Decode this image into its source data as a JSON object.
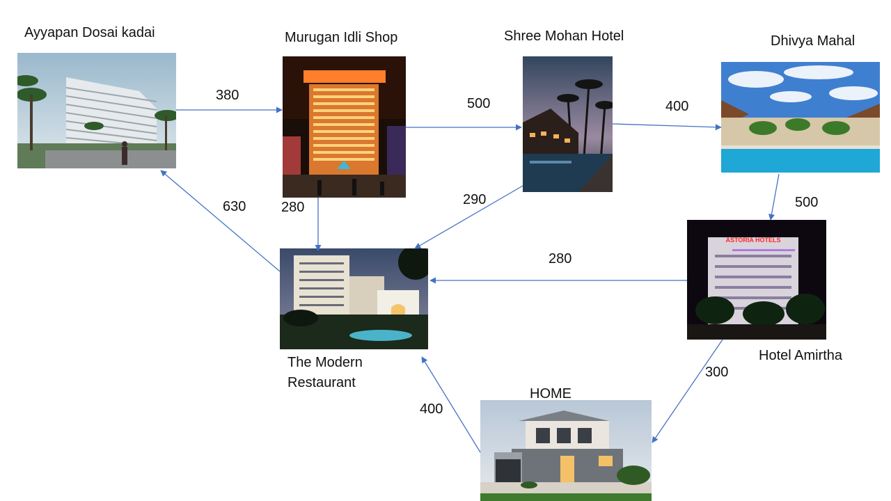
{
  "nodes": {
    "ayyapan": {
      "label": "Ayyapan Dosai kadai"
    },
    "murugan": {
      "label": "Murugan Idli Shop"
    },
    "shree": {
      "label": "Shree Mohan Hotel"
    },
    "dhivya": {
      "label": "Dhivya Mahal"
    },
    "modern": {
      "label_line1": "The Modern",
      "label_line2": "Restaurant"
    },
    "amirtha": {
      "label": "Hotel Amirtha",
      "sign": "ASTORIA HOTELS"
    },
    "home": {
      "label": "HOME"
    }
  },
  "edges": [
    {
      "from": "Ayyapan Dosai kadai",
      "to": "Murugan Idli Shop",
      "weight": "380"
    },
    {
      "from": "Murugan Idli Shop",
      "to": "Shree Mohan Hotel",
      "weight": "500"
    },
    {
      "from": "Shree Mohan Hotel",
      "to": "Dhivya Mahal",
      "weight": "400"
    },
    {
      "from": "Dhivya Mahal",
      "to": "Hotel Amirtha",
      "weight": "500"
    },
    {
      "from": "Hotel Amirtha",
      "to": "The Modern Restaurant",
      "weight": "280"
    },
    {
      "from": "Hotel Amirtha",
      "to": "HOME",
      "weight": "300"
    },
    {
      "from": "HOME",
      "to": "The Modern Restaurant",
      "weight": "400"
    },
    {
      "from": "Murugan Idli Shop",
      "to": "The Modern Restaurant",
      "weight": "280"
    },
    {
      "from": "Shree Mohan Hotel",
      "to": "The Modern Restaurant",
      "weight": "290"
    },
    {
      "from": "The Modern Restaurant",
      "to": "Ayyapan Dosai kadai",
      "weight": "630"
    }
  ],
  "colors": {
    "edge": "#4472c4",
    "text": "#111111"
  }
}
